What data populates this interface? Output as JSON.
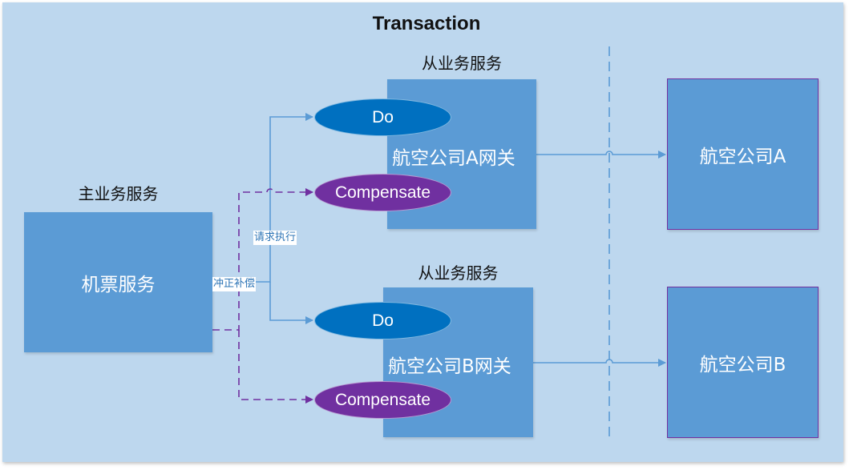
{
  "diagram": {
    "title": "Transaction",
    "colors": {
      "background": "#bdd7ee",
      "box_fill": "#5b9bd5",
      "do_fill": "#0070c0",
      "compensate_fill": "#7030a0",
      "request_line": "#5b9bd5",
      "compensate_line": "#7030a0",
      "external_border": "#7030a0"
    },
    "main_service": {
      "caption": "主业务服务",
      "label": "机票服务"
    },
    "sub_services": [
      {
        "caption": "从业务服务",
        "label": "航空公司A网关",
        "do_label": "Do",
        "compensate_label": "Compensate"
      },
      {
        "caption": "从业务服务",
        "label": "航空公司B网关",
        "do_label": "Do",
        "compensate_label": "Compensate"
      }
    ],
    "externals": [
      {
        "label": "航空公司A"
      },
      {
        "label": "航空公司B"
      }
    ],
    "edge_labels": {
      "request": "请求执行",
      "compensate": "冲正补偿"
    }
  }
}
